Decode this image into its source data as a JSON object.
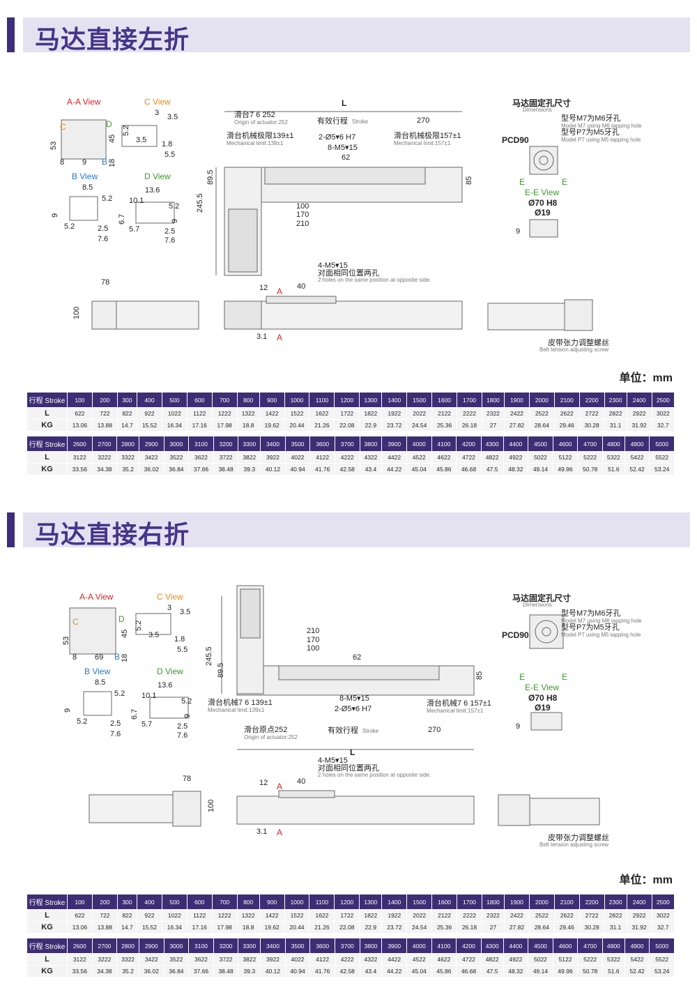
{
  "colors": {
    "accent": "#3d2d74",
    "band": "#e4e2f1",
    "aa": "#dd2222",
    "c": "#e88a10",
    "b": "#2a74c8",
    "d": "#3a9a2a"
  },
  "sections": [
    {
      "title": "马达直接左折",
      "unit": "单位：mm",
      "views": {
        "aa": "A-A View",
        "c": "C View",
        "b": "B View",
        "d": "D View",
        "ee": "E-E View"
      },
      "aa_dims": [
        "53",
        "8",
        "9",
        "18",
        "45",
        "C",
        "D",
        "B"
      ],
      "c_dims": [
        "3",
        "3.5",
        "5.2",
        "3.5",
        "1.8",
        "5.5"
      ],
      "b_dims": [
        "8.5",
        "5.2",
        "9",
        "5.2",
        "2.5",
        "7.6"
      ],
      "d_dims": [
        "13.6",
        "10.1",
        "5.2",
        "6.7",
        "9",
        "5.7",
        "2.5",
        "7.6"
      ],
      "main": {
        "L": "L",
        "origin_cn": "滑台7 6 252",
        "origin_en": "Origin of actuator:252",
        "stroke_cn": "有效行程",
        "stroke_en": "Stroke",
        "d270": "270",
        "mech1_cn": "滑台机械极限139±1",
        "mech1_en": "Mechanical limit:139±1",
        "hole1": "2-Ø5▾6 H7",
        "hole2": "8-M5▾15",
        "d62": "62",
        "mech2_cn": "滑台机械极限157±1",
        "mech2_en": "Mechanical limit:157±1",
        "d895": "89.5",
        "d2455": "245.5",
        "d85": "85",
        "d100": "100",
        "d170": "170",
        "d210": "210"
      },
      "motor": {
        "title_cn": "马达固定孔尺寸",
        "title_en": "Dimensions",
        "m7_cn": "型号M7为M6牙孔",
        "m7_en": "Model M7 using M6 tapping hole",
        "p7_cn": "型号P7为M5牙孔",
        "p7_en": "Model P7 using M5 tapping hole",
        "pcd": "PCD90",
        "e": "E",
        "d70": "Ø70 H8",
        "d19": "Ø19",
        "d9": "9"
      },
      "bottom": {
        "d78": "78",
        "d100": "100",
        "holes": "4-M5▾15",
        "holes_cn": "对面相同位置两孔",
        "holes_en": "2 holes on the same position at opposite side.",
        "d12": "12",
        "a": "A",
        "d40": "40",
        "d31": "3.1",
        "belt_cn": "皮带张力调整螺丝",
        "belt_en": "Belt tension adjusting screw"
      }
    },
    {
      "title": "马达直接右折",
      "unit": "单位：mm",
      "views": {
        "aa": "A-A View",
        "c": "C View",
        "b": "B View",
        "d": "D View",
        "ee": "E-E View"
      },
      "aa_dims": [
        "53",
        "8",
        "69",
        "18",
        "45",
        "C",
        "D",
        "B"
      ],
      "c_dims": [
        "3",
        "3.5",
        "5.2",
        "3.5",
        "1.8",
        "5.5"
      ],
      "b_dims": [
        "8.5",
        "5.2",
        "9",
        "5.2",
        "2.5",
        "7.6"
      ],
      "d_dims": [
        "13.6",
        "10.1",
        "5.2",
        "6.7",
        "9",
        "5.7",
        "2.5",
        "7.6"
      ],
      "main": {
        "L": "L",
        "origin_cn": "滑台原点252",
        "origin_en": "Origin of actuator:252",
        "stroke_cn": "有效行程",
        "stroke_en": "Stroke",
        "d270": "270",
        "mech1_cn": "滑台机械7 6 139±1",
        "mech1_en": "Mechanical limit:139±1",
        "hole1": "2-Ø5▾6 H7",
        "hole2": "8-M5▾15",
        "d62": "62",
        "mech2_cn": "滑台机械7 6 157±1",
        "mech2_en": "Mechanical limit:157±1",
        "d895": "89.5",
        "d2455": "245.5",
        "d85": "85",
        "d100": "100",
        "d170": "170",
        "d210": "210"
      },
      "motor": {
        "title_cn": "马达固定孔尺寸",
        "title_en": "Dimensions",
        "m7_cn": "型号M7为M6牙孔",
        "m7_en": "Model M7 using M6 tapping hole",
        "p7_cn": "型号P7为M5牙孔",
        "p7_en": "Model P7 using M5 tapping hole",
        "pcd": "PCD90",
        "e": "E",
        "d70": "Ø70 H8",
        "d19": "Ø19",
        "d9": "9"
      },
      "bottom": {
        "d78": "78",
        "d100": "100",
        "holes": "4-M5▾15",
        "holes_cn": "对面相同位置两孔",
        "holes_en": "2 holes on the same position at opposite side.",
        "d12": "12",
        "a": "A",
        "d40": "40",
        "d31": "3.1",
        "belt_cn": "皮带张力调整螺丝",
        "belt_en": "Belt tension adjusting screw"
      }
    }
  ],
  "spec_table": {
    "header_label": "行程 Stroke",
    "row_labels": [
      "L",
      "KG"
    ],
    "blocks": [
      {
        "stroke": [
          "100",
          "200",
          "300",
          "400",
          "500",
          "600",
          "700",
          "800",
          "900",
          "1000",
          "1100",
          "1200",
          "1300",
          "1400",
          "1500",
          "1600",
          "1700",
          "1800",
          "1900",
          "2000",
          "2100",
          "2200",
          "2300",
          "2400",
          "2500"
        ],
        "L": [
          "622",
          "722",
          "822",
          "922",
          "1022",
          "1122",
          "1222",
          "1322",
          "1422",
          "1522",
          "1622",
          "1722",
          "1822",
          "1922",
          "2022",
          "2122",
          "2222",
          "2322",
          "2422",
          "2522",
          "2622",
          "2722",
          "2822",
          "2922",
          "3022"
        ],
        "KG": [
          "13.06",
          "13.88",
          "14.7",
          "15.52",
          "16.34",
          "17.16",
          "17.98",
          "18.8",
          "19.62",
          "20.44",
          "21.26",
          "22.08",
          "22.9",
          "23.72",
          "24.54",
          "25.36",
          "26.18",
          "27",
          "27.82",
          "28.64",
          "29.46",
          "30.28",
          "31.1",
          "31.92",
          "32.7"
        ]
      },
      {
        "stroke": [
          "2600",
          "2700",
          "2800",
          "2900",
          "3000",
          "3100",
          "3200",
          "3300",
          "3400",
          "3500",
          "3600",
          "3700",
          "3800",
          "3900",
          "4000",
          "4100",
          "4200",
          "4300",
          "4400",
          "4500",
          "4600",
          "4700",
          "4800",
          "4900",
          "5000"
        ],
        "L": [
          "3122",
          "3222",
          "3322",
          "3422",
          "3522",
          "3622",
          "3722",
          "3822",
          "3922",
          "4022",
          "4122",
          "4222",
          "4322",
          "4422",
          "4522",
          "4622",
          "4722",
          "4822",
          "4922",
          "5022",
          "5122",
          "5222",
          "5322",
          "5422",
          "5522"
        ],
        "KG": [
          "33.56",
          "34.38",
          "35.2",
          "36.02",
          "36.84",
          "37.66",
          "38.48",
          "39.3",
          "40.12",
          "40.94",
          "41.76",
          "42.58",
          "43.4",
          "44.22",
          "45.04",
          "45.86",
          "46.68",
          "47.5",
          "48.32",
          "49.14",
          "49.96",
          "50.78",
          "51.6",
          "52.42",
          "53.24"
        ]
      }
    ]
  }
}
